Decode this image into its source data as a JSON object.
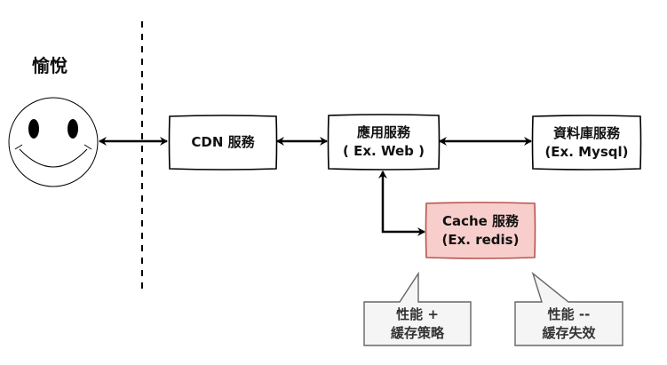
{
  "user": {
    "mood_label": "愉悅",
    "icon": "smiley-face-icon"
  },
  "nodes": {
    "cdn": {
      "line1": "CDN 服務"
    },
    "app": {
      "line1": "應用服務",
      "line2": "( Ex. Web )"
    },
    "db": {
      "line1": "資料庫服務",
      "line2": "(Ex. Mysql)"
    },
    "cache": {
      "line1": "Cache 服務",
      "line2": "(Ex. redis)"
    }
  },
  "callouts": {
    "pro": {
      "line1": "性能 +",
      "line2": "緩存策略"
    },
    "con": {
      "line1": "性能 --",
      "line2": "緩存失效"
    }
  },
  "colors": {
    "cache_fill": "#f8cecc",
    "cache_stroke": "#b85450",
    "callout_fill": "#f5f5f5",
    "callout_stroke": "#666666",
    "line": "#000000"
  }
}
